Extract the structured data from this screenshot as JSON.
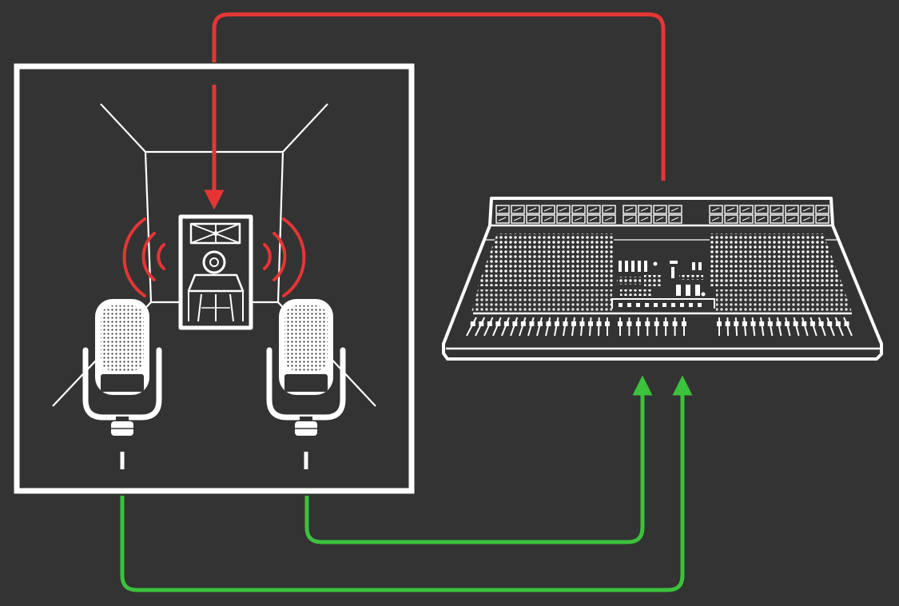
{
  "colors": {
    "background": "#333333",
    "outline": "#ffffff",
    "playback_signal": "#e63535",
    "mic_signal": "#3cc23c"
  },
  "diagram": {
    "nodes": [
      {
        "id": "room",
        "kind": "recording-room",
        "icon": "room-perspective-icon"
      },
      {
        "id": "speaker",
        "kind": "monitor-speaker",
        "icon": "speaker-icon"
      },
      {
        "id": "mic-left",
        "kind": "condenser-microphone",
        "icon": "microphone-icon"
      },
      {
        "id": "mic-right",
        "kind": "condenser-microphone",
        "icon": "microphone-icon"
      },
      {
        "id": "console",
        "kind": "mixing-console",
        "icon": "mixing-console-icon"
      }
    ],
    "connections": [
      {
        "from": "console",
        "to": "speaker",
        "signal": "playback",
        "color": "#e63535"
      },
      {
        "from": "mic-right",
        "to": "console",
        "signal": "microphone",
        "color": "#3cc23c"
      },
      {
        "from": "mic-left",
        "to": "console",
        "signal": "microphone",
        "color": "#3cc23c"
      }
    ],
    "sound_waves": {
      "sides": [
        "left",
        "right"
      ],
      "arcs_per_side": 3,
      "color": "#e63535"
    }
  }
}
